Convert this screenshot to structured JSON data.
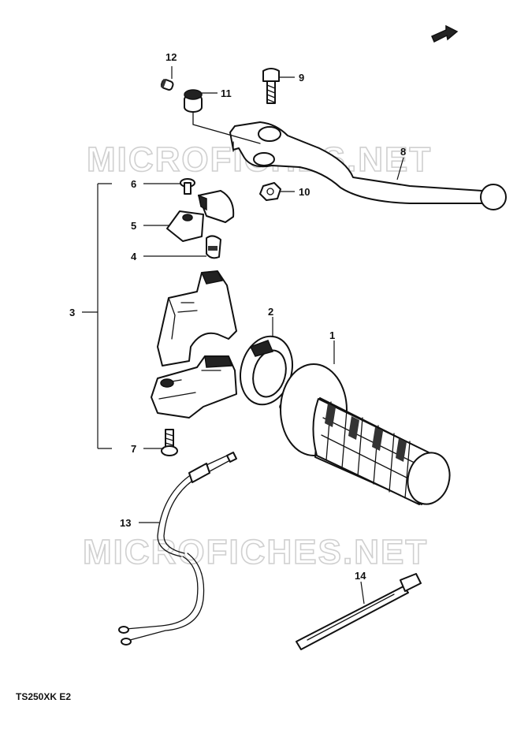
{
  "diagram": {
    "model_code": "TS250XK E2",
    "watermarks": [
      "MICROFICHES.NET",
      "MICROFICHES.NET"
    ],
    "callouts": [
      "1",
      "2",
      "3",
      "4",
      "5",
      "6",
      "7",
      "8",
      "9",
      "10",
      "11",
      "12",
      "13",
      "14"
    ],
    "icons": [
      "front-direction-arrow-icon"
    ]
  }
}
